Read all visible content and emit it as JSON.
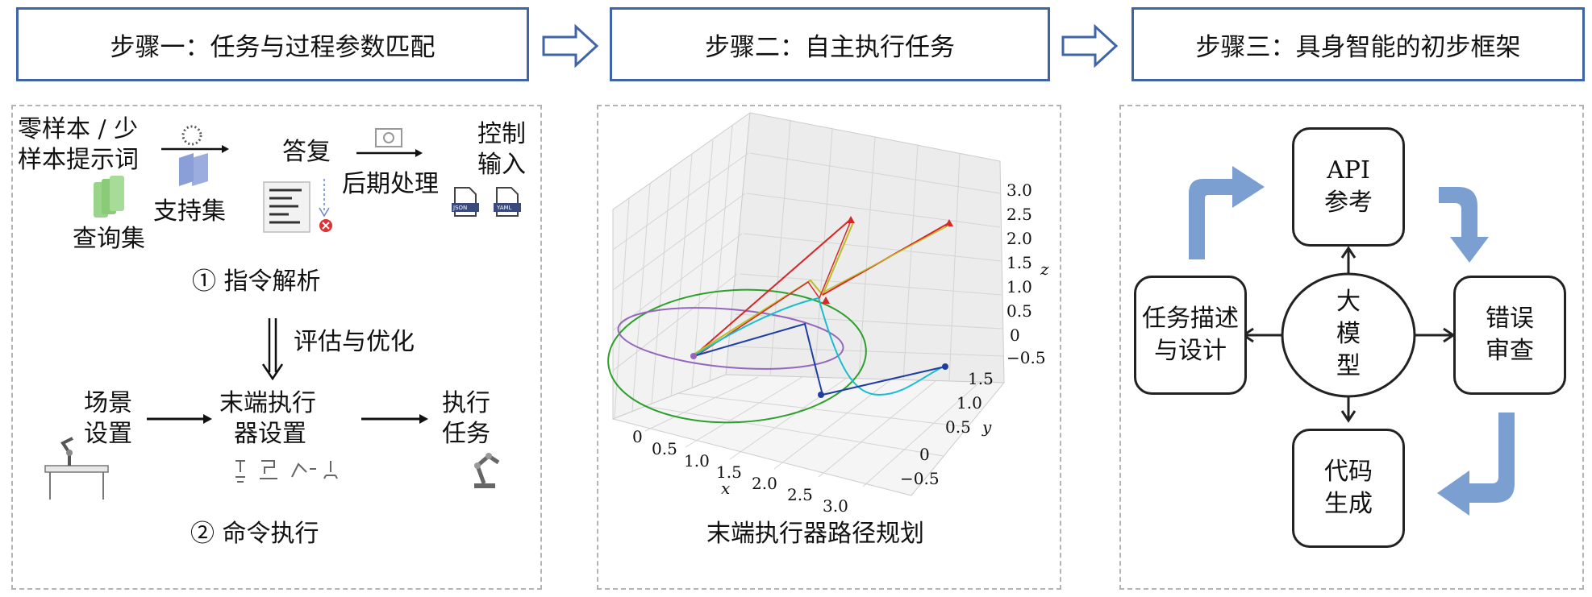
{
  "steps": [
    {
      "title": "步骤一：任务与过程参数匹配"
    },
    {
      "title": "步骤二：自主执行任务"
    },
    {
      "title": "步骤三：具身智能的初步框架"
    }
  ],
  "panel1": {
    "prompt_line1": "零样本 / 少",
    "prompt_line2": "样本提示词",
    "support_set": "支持集",
    "query_set": "查询集",
    "answer": "答复",
    "post_process": "后期处理",
    "control_line1": "控制",
    "control_line2": "输入",
    "json_tag": "JSON",
    "yaml_tag": "YAML",
    "instruction_parse": "① 指令解析",
    "evaluate_optimize": "评估与优化",
    "scene_line1": "场景",
    "scene_line2": "设置",
    "effector_line1": "末端执行",
    "effector_line2": "器设置",
    "exec_line1": "执行",
    "exec_line2": "任务",
    "command_exec": "② 命令执行"
  },
  "panel2": {
    "caption": "末端执行器路径规划",
    "x_label": "x",
    "y_label": "y",
    "z_label": "z",
    "x_ticks": [
      "0",
      "0.5",
      "1.0",
      "1.5",
      "2.0",
      "2.5",
      "3.0"
    ],
    "y_ticks": [
      "−0.5",
      "0",
      "0.5",
      "1.0",
      "1.5"
    ],
    "z_ticks": [
      "−0.5",
      "0",
      "0.5",
      "1.0",
      "1.5",
      "2.0",
      "2.5",
      "3.0"
    ],
    "colors": {
      "red": "#d62728",
      "olive": "#bcbd22",
      "green": "#2ca02c",
      "purple": "#9467bd",
      "cyan": "#17becf",
      "blue": "#1f3fa0"
    }
  },
  "panel3": {
    "center_line1": "大",
    "center_line2": "模",
    "center_line3": "型",
    "top_line1": "API",
    "top_line2": "参考",
    "right_line1": "错误",
    "right_line2": "审查",
    "bottom_line1": "代码",
    "bottom_line2": "生成",
    "left_line1": "任务描述",
    "left_line2": "与设计",
    "arrow_color": "#7b9fd0"
  }
}
